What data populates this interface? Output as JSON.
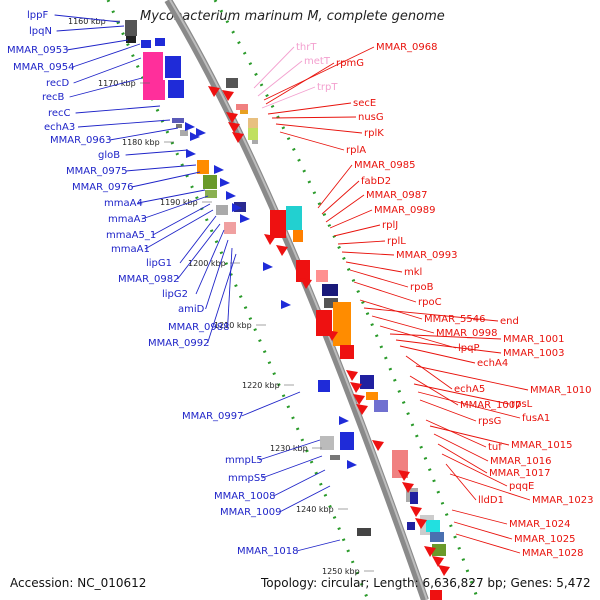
{
  "title": "Mycobacterium marinum M, complete genome",
  "footer": {
    "accession": "Accession: NC_010612",
    "stats": "Topology: circular; Length: 6,636,827 bp; Genes: 5,472"
  },
  "colors": {
    "left_label": "#1f24c8",
    "right_label": "#e8120c",
    "pink_label": "#f3a0cf",
    "backbone": "#8a8a8a",
    "dots": "#2a9a2a"
  },
  "ticks": [
    "1160 kbp",
    "1170 kbp",
    "1180 kbp",
    "1190 kbp",
    "1200 kbp",
    "1210 kbp",
    "1220 kbp",
    "1230 kbp",
    "1240 kbp",
    "1250 kbp"
  ],
  "left_labels": [
    "lppF",
    "lpqN",
    "MMAR_0953",
    "MMAR_0954",
    "recD",
    "recB",
    "recC",
    "echA3",
    "MMAR_0963",
    "gloB",
    "MMAR_0975",
    "MMAR_0976",
    "mmaA4",
    "mmaA3",
    "mmaA5_1",
    "mmaA1",
    "lipG1",
    "MMAR_0982",
    "lipG2",
    "amiD",
    "MMAR_0988",
    "MMAR_0992",
    "MMAR_0997",
    "mmpL5",
    "mmpS5",
    "MMAR_1008",
    "MMAR_1009",
    "MMAR_1018"
  ],
  "right_labels": [
    "thrT",
    "metT",
    "MMAR_0968",
    "rpmG",
    "trpT",
    "secE",
    "nusG",
    "rplK",
    "rplA",
    "MMAR_0985",
    "fabD2",
    "MMAR_0987",
    "MMAR_0989",
    "rplJ",
    "rplL",
    "MMAR_0993",
    "mkl",
    "rpoB",
    "rpoC",
    "MMAR_5546",
    "end",
    "MMAR_0998",
    "lpqP",
    "MMAR_1001",
    "MMAR_1003",
    "echA4",
    "echA5",
    "MMAR_1010",
    "MMAR_1007",
    "rpsL",
    "fusA1",
    "rpsG",
    "tuf",
    "MMAR_1015",
    "MMAR_1016",
    "MMAR_1017",
    "pqqE",
    "lldD1",
    "MMAR_1023",
    "MMAR_1024",
    "MMAR_1025",
    "MMAR_1028"
  ],
  "pink_labels": [
    "thrT",
    "metT",
    "trpT"
  ]
}
